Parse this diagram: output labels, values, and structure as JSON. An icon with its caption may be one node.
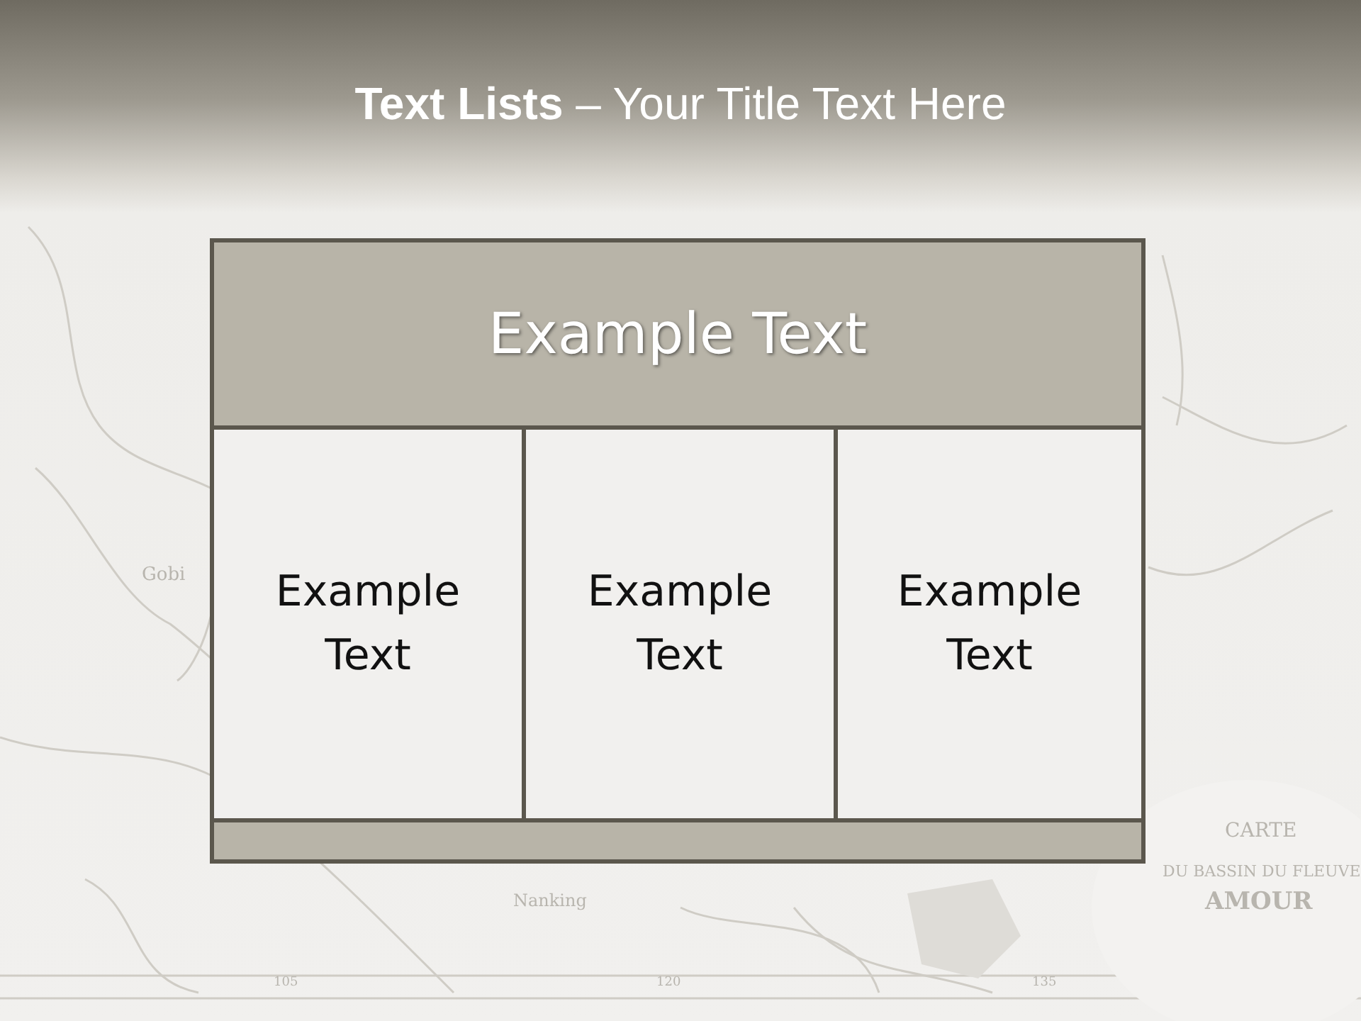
{
  "diagram": {
    "title": "**Text Lists**  – Your Title Text Here",
    "nodes": [
      {
        "text": [
          "Example Text"
        ]
      },
      {
        "text": [
          "Example Text"
        ]
      },
      {
        "text": [
          "Example Text"
        ]
      },
      {
        "text": [
          "Example Text"
        ]
      },
      {
        "text": [],
        "shape": "bar"
      }
    ],
    "labels": [
      "Gobi",
      "Nanking",
      "CARTE",
      "DU BASSIN DU FLEUVE",
      "AMOUR",
      "105",
      "120",
      "135"
    ]
  }
}
